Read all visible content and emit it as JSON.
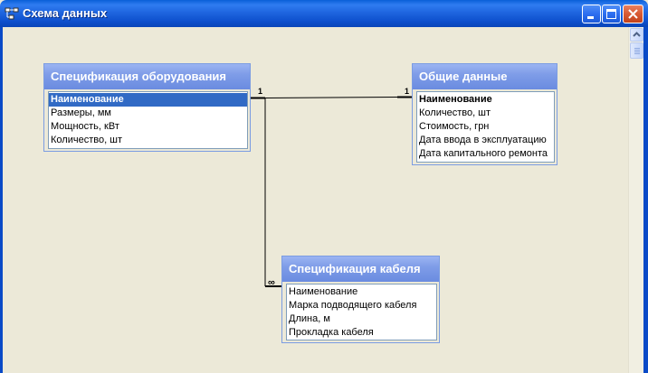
{
  "window": {
    "title": "Схема данных",
    "title_bar_color": "#0a5fd8",
    "buttons": {
      "minimize_icon": "minimize-icon",
      "maximize_icon": "maximize-icon",
      "close_icon": "close-icon"
    }
  },
  "tables": {
    "equipment": {
      "title": "Спецификация оборудования",
      "fields": [
        "Наименование",
        "Размеры, мм",
        "Мощность, кВт",
        "Количество, шт"
      ]
    },
    "general": {
      "title": "Общие данные",
      "fields": [
        "Наименование",
        "Количество, шт",
        "Стоимость, грн",
        "Дата ввода в эксплуатацию",
        "Дата капитального ремонта"
      ]
    },
    "cable": {
      "title": "Спецификация кабеля",
      "fields": [
        "Наименование",
        "Марка подводящего кабеля",
        "Длина, м",
        "Прокладка кабеля"
      ]
    }
  },
  "relationships": {
    "equipment_general": {
      "from_label": "1",
      "to_label": "1"
    },
    "equipment_cable": {
      "from_label": "1",
      "to_label": "∞"
    }
  },
  "colors": {
    "table_header": "#7f9de8",
    "selection": "#316ac5",
    "canvas": "#ece9d8"
  }
}
